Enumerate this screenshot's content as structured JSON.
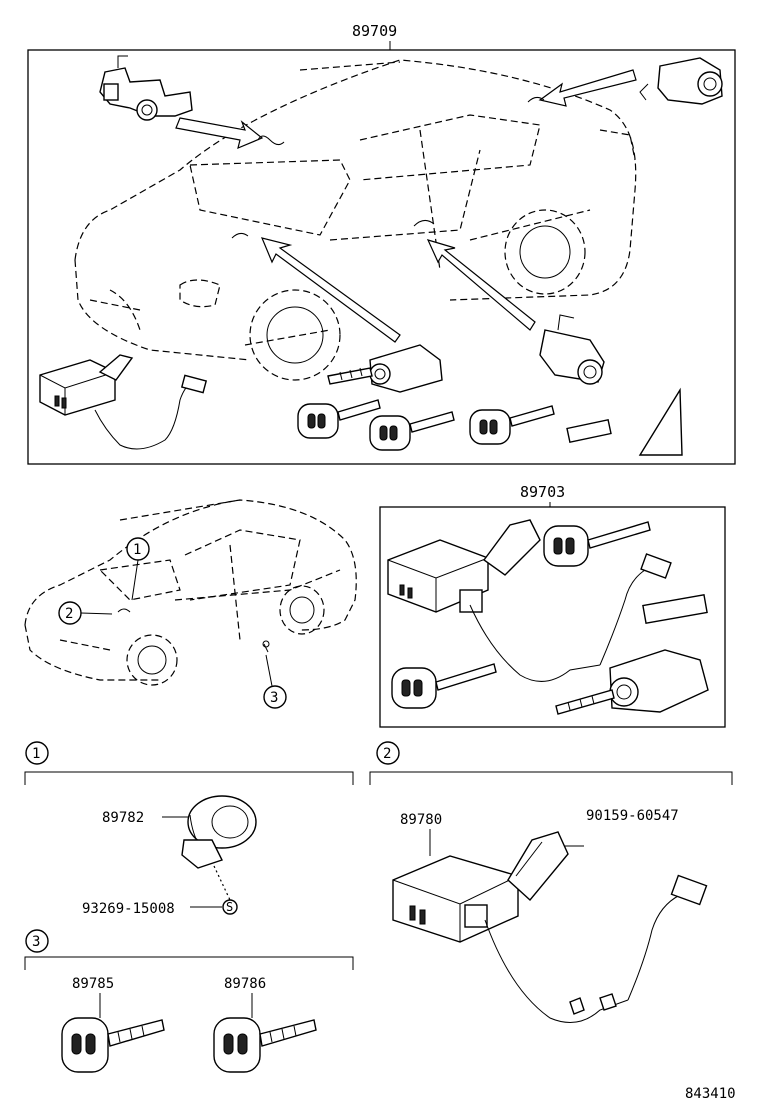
{
  "labels": {
    "top_assembly": "89709",
    "kit_assembly": "89703",
    "part_89782": "89782",
    "part_93269": "93269-15008",
    "part_89780": "89780",
    "part_90159": "90159-60547",
    "part_89785": "89785",
    "part_89786": "89786",
    "diagram_code": "843410",
    "callout_s": "S"
  },
  "callouts": [
    "1",
    "2",
    "3"
  ]
}
